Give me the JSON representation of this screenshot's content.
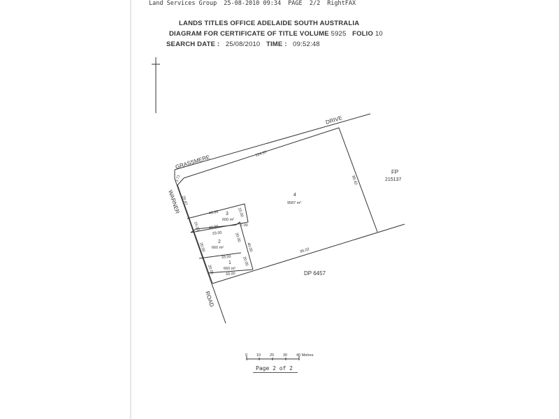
{
  "fax_header": {
    "sender": "Land Services Group",
    "datetime": "25-08-2010 09:34",
    "page": "PAGE  2/2",
    "service": "RightFAX"
  },
  "title": {
    "office": "LANDS TITLES OFFICE  ADELAIDE  SOUTH AUSTRALIA",
    "diagram_label": "DIAGRAM FOR CERTIFICATE OF TITLE VOLUME",
    "volume": "5925",
    "folio_label": "FOLIO",
    "folio": "10",
    "search_date_label": "SEARCH DATE :",
    "search_date": "25/08/2010",
    "time_label": "TIME :",
    "time": "09:52:48"
  },
  "roads": {
    "drive_a": "GRASSMERE",
    "drive_b": "DRIVE",
    "road_a": "WARNER",
    "road_b": "ROAD"
  },
  "neighbours": {
    "fp_label": "FP",
    "fp_number": "215137",
    "dp": "DP 6457"
  },
  "lots": [
    {
      "number": "4",
      "area": "9587 m²"
    },
    {
      "number": "3",
      "area": "600 m²"
    },
    {
      "number": "2",
      "area": "660 m²"
    },
    {
      "number": "1",
      "area": "660 m²"
    }
  ],
  "dimensions": {
    "north_boundary": "124.97",
    "east_boundary": "89.42",
    "south_boundary": "95.02",
    "corner_chord": "3.71",
    "west_upper": "29.47",
    "lot3_top": "40.00",
    "lot3_right": "15.00",
    "lot3_left": "15.00",
    "lot3_bottom": "40.00",
    "lot2_top": "33.00",
    "lot2_small": "7.00",
    "lot2_left": "20.00",
    "lot2_right": "20.00",
    "lot2_east": "40.00",
    "lot1_top": "33.00",
    "lot1_right": "20.00",
    "lot1_left": "20.00",
    "lot1_bottom": "33.00"
  },
  "scale_bar": {
    "ticks": [
      "0",
      "10",
      "20",
      "30",
      "40 Metres"
    ]
  },
  "footer": {
    "page_note": "Page 2 of 2"
  }
}
